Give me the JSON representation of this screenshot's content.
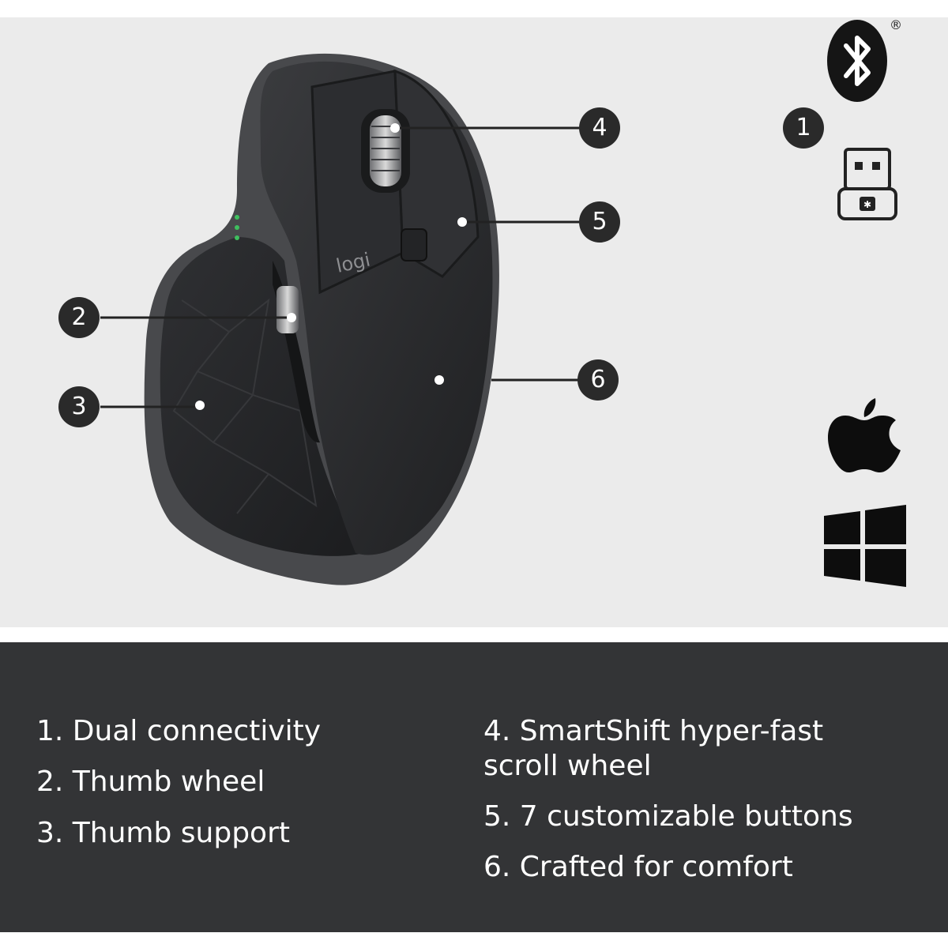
{
  "registered_mark": "®",
  "logo_text": "logi",
  "callouts": [
    "1",
    "2",
    "3",
    "4",
    "5",
    "6"
  ],
  "features": {
    "left": [
      "1.  Dual connectivity",
      "2.  Thumb wheel",
      "3.  Thumb support"
    ],
    "right": [
      "4. SmartShift hyper-fast\nscroll wheel",
      "5. 7 customizable buttons",
      "6. Crafted for comfort"
    ]
  },
  "icons": [
    "bluetooth-icon",
    "usb-receiver-icon",
    "apple-icon",
    "windows-icon"
  ],
  "colors": {
    "top_bg": "#ebebeb",
    "bottom_bg": "#333436",
    "badge": "#2a2a2a",
    "mouse_body": "#2b2c2e"
  }
}
